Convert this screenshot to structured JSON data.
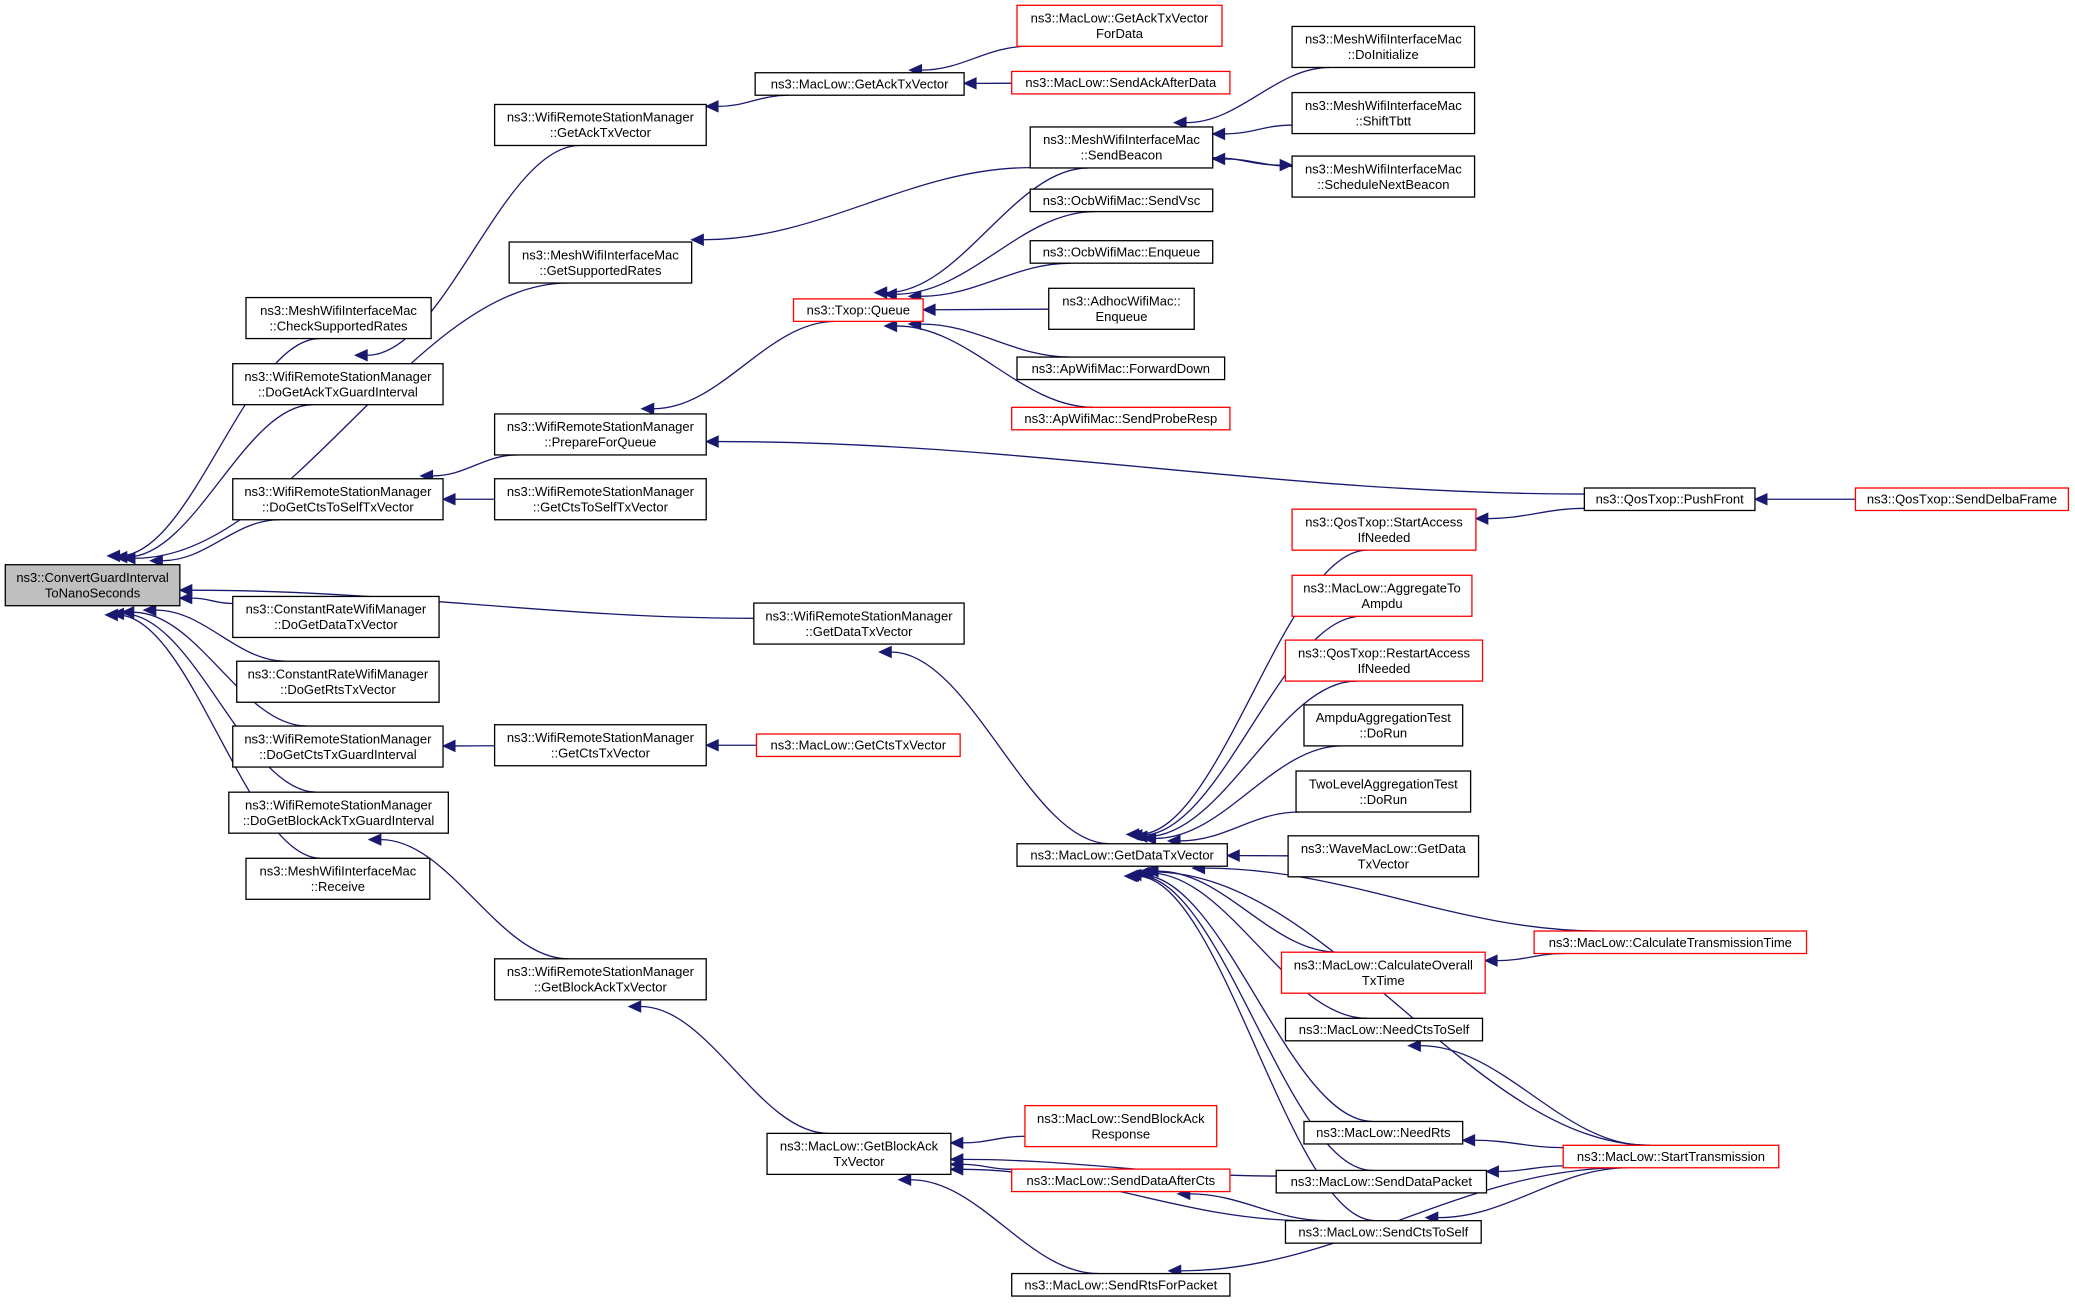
{
  "colors": {
    "edge": "#191970",
    "node_border": "#000000",
    "node_border_truncated": "#ff0000",
    "root_fill": "#bfbfbf",
    "node_fill": "#ffffff"
  },
  "nodes": [
    {
      "id": "root",
      "lines": [
        "ns3::ConvertGuardInterval",
        "ToNanoSeconds"
      ],
      "style": "root"
    },
    {
      "id": "mwim_check",
      "lines": [
        "ns3::MeshWifiInterfaceMac",
        "::CheckSupportedRates"
      ],
      "style": "normal"
    },
    {
      "id": "wrsm_dogetacktxgi",
      "lines": [
        "ns3::WifiRemoteStationManager",
        "::DoGetAckTxGuardInterval"
      ],
      "style": "normal"
    },
    {
      "id": "wrsm_dogetctstoself",
      "lines": [
        "ns3::WifiRemoteStationManager",
        "::DoGetCtsToSelfTxVector"
      ],
      "style": "normal"
    },
    {
      "id": "crwm_dogetdata",
      "lines": [
        "ns3::ConstantRateWifiManager",
        "::DoGetDataTxVector"
      ],
      "style": "normal"
    },
    {
      "id": "crwm_dogetrts",
      "lines": [
        "ns3::ConstantRateWifiManager",
        "::DoGetRtsTxVector"
      ],
      "style": "normal"
    },
    {
      "id": "wrsm_dogetctstxgi",
      "lines": [
        "ns3::WifiRemoteStationManager",
        "::DoGetCtsTxGuardInterval"
      ],
      "style": "normal"
    },
    {
      "id": "wrsm_dogetblockackgi",
      "lines": [
        "ns3::WifiRemoteStationManager",
        "::DoGetBlockAckTxGuardInterval"
      ],
      "style": "normal"
    },
    {
      "id": "mwim_receive",
      "lines": [
        "ns3::MeshWifiInterfaceMac",
        "::Receive"
      ],
      "style": "normal"
    },
    {
      "id": "wrsm_getacktx",
      "lines": [
        "ns3::WifiRemoteStationManager",
        "::GetAckTxVector"
      ],
      "style": "normal"
    },
    {
      "id": "mwim_getsupported",
      "lines": [
        "ns3::MeshWifiInterfaceMac",
        "::GetSupportedRates"
      ],
      "style": "normal"
    },
    {
      "id": "wrsm_prepare",
      "lines": [
        "ns3::WifiRemoteStationManager",
        "::PrepareForQueue"
      ],
      "style": "normal"
    },
    {
      "id": "wrsm_getctstoself",
      "lines": [
        "ns3::WifiRemoteStationManager",
        "::GetCtsToSelfTxVector"
      ],
      "style": "normal"
    },
    {
      "id": "wrsm_getdatatx",
      "lines": [
        "ns3::WifiRemoteStationManager",
        "::GetDataTxVector"
      ],
      "style": "normal"
    },
    {
      "id": "wrsm_getctstx",
      "lines": [
        "ns3::WifiRemoteStationManager",
        "::GetCtsTxVector"
      ],
      "style": "normal"
    },
    {
      "id": "wrsm_getblockack",
      "lines": [
        "ns3::WifiRemoteStationManager",
        "::GetBlockAckTxVector"
      ],
      "style": "normal"
    },
    {
      "id": "ml_getacktx",
      "lines": [
        "ns3::MacLow::GetAckTxVector"
      ],
      "style": "normal"
    },
    {
      "id": "ml_getacktxfordata",
      "lines": [
        "ns3::MacLow::GetAckTxVector",
        "ForData"
      ],
      "style": "truncated"
    },
    {
      "id": "ml_sendackafterdata",
      "lines": [
        "ns3::MacLow::SendAckAfterData"
      ],
      "style": "truncated"
    },
    {
      "id": "txop_queue",
      "lines": [
        "ns3::Txop::Queue"
      ],
      "style": "truncated"
    },
    {
      "id": "ml_getctstx",
      "lines": [
        "ns3::MacLow::GetCtsTxVector"
      ],
      "style": "truncated"
    },
    {
      "id": "mwim_sendbeacon",
      "lines": [
        "ns3::MeshWifiInterfaceMac",
        "::SendBeacon"
      ],
      "style": "normal"
    },
    {
      "id": "ocb_sendvsc",
      "lines": [
        "ns3::OcbWifiMac::SendVsc"
      ],
      "style": "normal"
    },
    {
      "id": "ocb_enqueue",
      "lines": [
        "ns3::OcbWifiMac::Enqueue"
      ],
      "style": "normal"
    },
    {
      "id": "adhoc_enqueue",
      "lines": [
        "ns3::AdhocWifiMac::",
        "Enqueue"
      ],
      "style": "normal"
    },
    {
      "id": "ap_forwarddown",
      "lines": [
        "ns3::ApWifiMac::ForwardDown"
      ],
      "style": "normal"
    },
    {
      "id": "ap_sendprobe",
      "lines": [
        "ns3::ApWifiMac::SendProbeResp"
      ],
      "style": "truncated"
    },
    {
      "id": "mwim_doinit",
      "lines": [
        "ns3::MeshWifiInterfaceMac",
        "::DoInitialize"
      ],
      "style": "normal"
    },
    {
      "id": "mwim_shift",
      "lines": [
        "ns3::MeshWifiInterfaceMac",
        "::ShiftTbtt"
      ],
      "style": "normal"
    },
    {
      "id": "mwim_schedule",
      "lines": [
        "ns3::MeshWifiInterfaceMac",
        "::ScheduleNextBeacon"
      ],
      "style": "normal"
    },
    {
      "id": "qos_pushfront",
      "lines": [
        "ns3::QosTxop::PushFront"
      ],
      "style": "normal"
    },
    {
      "id": "qos_senddelba",
      "lines": [
        "ns3::QosTxop::SendDelbaFrame"
      ],
      "style": "truncated"
    },
    {
      "id": "ml_getdatatx",
      "lines": [
        "ns3::MacLow::GetDataTxVector"
      ],
      "style": "normal"
    },
    {
      "id": "qos_startaccess",
      "lines": [
        "ns3::QosTxop::StartAccess",
        "IfNeeded"
      ],
      "style": "truncated"
    },
    {
      "id": "ml_aggregate",
      "lines": [
        "ns3::MacLow::AggregateTo",
        "Ampdu"
      ],
      "style": "truncated"
    },
    {
      "id": "qos_restartaccess",
      "lines": [
        "ns3::QosTxop::RestartAccess",
        "IfNeeded"
      ],
      "style": "truncated"
    },
    {
      "id": "ampdu_test",
      "lines": [
        "AmpduAggregationTest",
        "::DoRun"
      ],
      "style": "normal"
    },
    {
      "id": "twolevel_test",
      "lines": [
        "TwoLevelAggregationTest",
        "::DoRun"
      ],
      "style": "normal"
    },
    {
      "id": "wave_getdata",
      "lines": [
        "ns3::WaveMacLow::GetData",
        "TxVector"
      ],
      "style": "normal"
    },
    {
      "id": "ml_calcoverall",
      "lines": [
        "ns3::MacLow::CalculateOverall",
        "TxTime"
      ],
      "style": "truncated"
    },
    {
      "id": "ml_calctrans",
      "lines": [
        "ns3::MacLow::CalculateTransmissionTime"
      ],
      "style": "truncated"
    },
    {
      "id": "ml_needctstoself",
      "lines": [
        "ns3::MacLow::NeedCtsToSelf"
      ],
      "style": "normal"
    },
    {
      "id": "ml_needrts",
      "lines": [
        "ns3::MacLow::NeedRts"
      ],
      "style": "normal"
    },
    {
      "id": "ml_senddatapacket",
      "lines": [
        "ns3::MacLow::SendDataPacket"
      ],
      "style": "normal"
    },
    {
      "id": "ml_starttrans",
      "lines": [
        "ns3::MacLow::StartTransmission"
      ],
      "style": "truncated"
    },
    {
      "id": "ml_getblockack",
      "lines": [
        "ns3::MacLow::GetBlockAck",
        "TxVector"
      ],
      "style": "normal"
    },
    {
      "id": "ml_sendblockackresp",
      "lines": [
        "ns3::MacLow::SendBlockAck",
        "Response"
      ],
      "style": "truncated"
    },
    {
      "id": "ml_senddataaftercts",
      "lines": [
        "ns3::MacLow::SendDataAfterCts"
      ],
      "style": "truncated"
    },
    {
      "id": "ml_sendctstoself",
      "lines": [
        "ns3::MacLow::SendCtsToSelf"
      ],
      "style": "normal"
    },
    {
      "id": "ml_sendrtsforpacket",
      "lines": [
        "ns3::MacLow::SendRtsForPacket"
      ],
      "style": "normal"
    }
  ],
  "edges": [
    [
      "root",
      "mwim_check"
    ],
    [
      "root",
      "wrsm_dogetacktxgi"
    ],
    [
      "root",
      "mwim_getsupported"
    ],
    [
      "root",
      "wrsm_dogetctstoself"
    ],
    [
      "root",
      "wrsm_getdatatx"
    ],
    [
      "root",
      "crwm_dogetdata"
    ],
    [
      "root",
      "crwm_dogetrts"
    ],
    [
      "root",
      "wrsm_dogetctstxgi"
    ],
    [
      "root",
      "wrsm_dogetblockackgi"
    ],
    [
      "root",
      "mwim_receive"
    ],
    [
      "wrsm_dogetacktxgi",
      "wrsm_getacktx"
    ],
    [
      "wrsm_dogetctstoself",
      "wrsm_prepare"
    ],
    [
      "wrsm_dogetctstoself",
      "wrsm_getctstoself"
    ],
    [
      "wrsm_dogetctstxgi",
      "wrsm_getctstx"
    ],
    [
      "wrsm_dogetblockackgi",
      "wrsm_getblockack"
    ],
    [
      "wrsm_getacktx",
      "ml_getacktx"
    ],
    [
      "ml_getacktx",
      "ml_getacktxfordata"
    ],
    [
      "ml_getacktx",
      "ml_sendackafterdata"
    ],
    [
      "mwim_getsupported",
      "mwim_sendbeacon"
    ],
    [
      "wrsm_prepare",
      "txop_queue"
    ],
    [
      "wrsm_prepare",
      "qos_pushfront"
    ],
    [
      "txop_queue",
      "mwim_sendbeacon"
    ],
    [
      "txop_queue",
      "ocb_sendvsc"
    ],
    [
      "txop_queue",
      "ocb_enqueue"
    ],
    [
      "txop_queue",
      "adhoc_enqueue"
    ],
    [
      "txop_queue",
      "ap_forwarddown"
    ],
    [
      "txop_queue",
      "ap_sendprobe"
    ],
    [
      "mwim_sendbeacon",
      "mwim_doinit"
    ],
    [
      "mwim_sendbeacon",
      "mwim_shift"
    ],
    [
      "mwim_sendbeacon",
      "mwim_schedule"
    ],
    [
      "mwim_schedule",
      "mwim_sendbeacon"
    ],
    [
      "qos_pushfront",
      "qos_senddelba"
    ],
    [
      "wrsm_getctstx",
      "ml_getctstx"
    ],
    [
      "wrsm_getdatatx",
      "ml_getdatatx"
    ],
    [
      "ml_getdatatx",
      "qos_startaccess"
    ],
    [
      "ml_getdatatx",
      "ml_aggregate"
    ],
    [
      "ml_getdatatx",
      "qos_restartaccess"
    ],
    [
      "ml_getdatatx",
      "ampdu_test"
    ],
    [
      "ml_getdatatx",
      "twolevel_test"
    ],
    [
      "ml_getdatatx",
      "wave_getdata"
    ],
    [
      "ml_getdatatx",
      "ml_calctrans"
    ],
    [
      "ml_getdatatx",
      "ml_calcoverall"
    ],
    [
      "ml_getdatatx",
      "ml_needctstoself"
    ],
    [
      "ml_getdatatx",
      "ml_needrts"
    ],
    [
      "ml_getdatatx",
      "ml_senddatapacket"
    ],
    [
      "ml_getdatatx",
      "ml_starttrans"
    ],
    [
      "ml_getdatatx",
      "ml_sendctstoself"
    ],
    [
      "qos_startaccess",
      "qos_pushfront"
    ],
    [
      "ml_calcoverall",
      "ml_calctrans"
    ],
    [
      "ml_needctstoself",
      "ml_starttrans"
    ],
    [
      "ml_needrts",
      "ml_starttrans"
    ],
    [
      "ml_senddatapacket",
      "ml_starttrans"
    ],
    [
      "ml_sendctstoself",
      "ml_starttrans"
    ],
    [
      "ml_sendrtsforpacket",
      "ml_starttrans"
    ],
    [
      "wrsm_getblockack",
      "ml_getblockack"
    ],
    [
      "ml_getblockack",
      "ml_sendblockackresp"
    ],
    [
      "ml_getblockack",
      "ml_senddataaftercts"
    ],
    [
      "ml_getblockack",
      "ml_senddatapacket"
    ],
    [
      "ml_getblockack",
      "ml_sendctstoself"
    ],
    [
      "ml_getblockack",
      "ml_sendrtsforpacket"
    ],
    [
      "ml_senddataaftercts",
      "ml_sendctstoself"
    ]
  ]
}
